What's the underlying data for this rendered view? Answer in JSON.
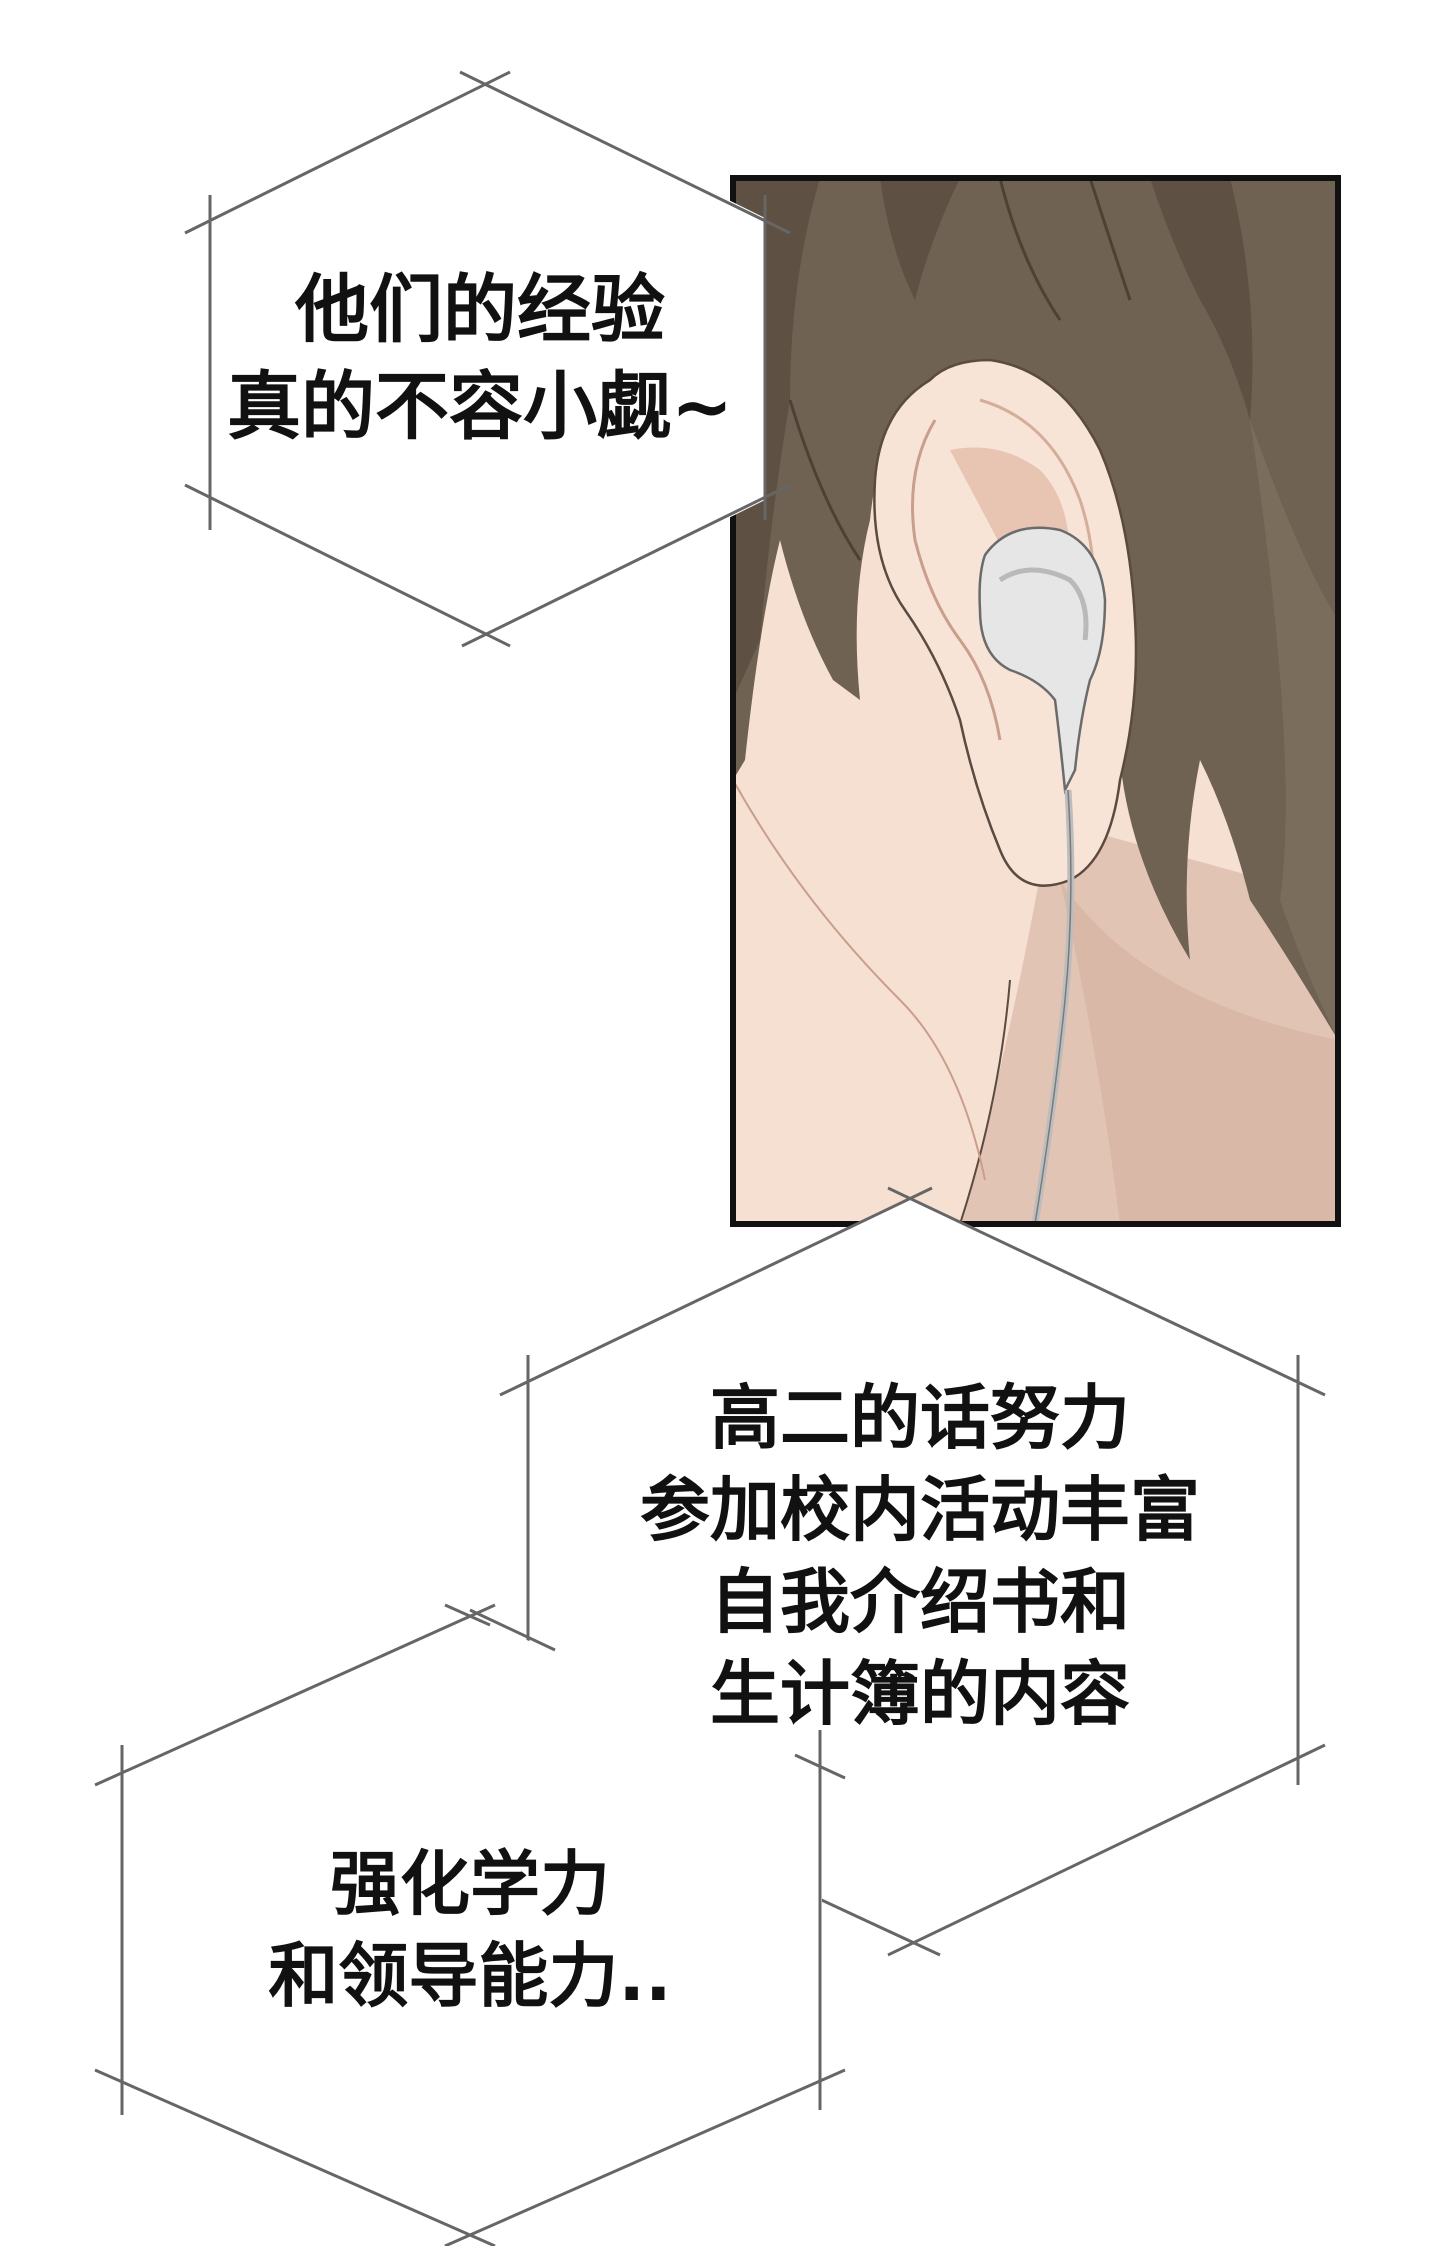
{
  "page": {
    "background": "#ffffff"
  },
  "panel": {
    "subject": "ear-with-earphone",
    "colors": {
      "frame": "#111111",
      "hair_dark": "#5e5043",
      "hair_mid": "#6f6252",
      "hair_light": "#7b6d5c",
      "skin": "#f6e0d2",
      "skin_shadow": "#e4c2b1",
      "skin_deep": "#d6b2a2",
      "earphone": "#e6e6e6",
      "earphone_shadow": "#b9b9b9",
      "cable": "#bdbdbd"
    }
  },
  "bubbles": [
    {
      "shape": "hexagon",
      "lines": [
        "他们的经验",
        "真的不容小觑~"
      ]
    },
    {
      "shape": "hexagon",
      "lines": [
        "高二的话努力",
        "参加校内活动丰富",
        "自我介绍书和",
        "生计簿的内容"
      ]
    },
    {
      "shape": "hexagon",
      "lines": [
        "强化学力",
        "和领导能力.."
      ]
    }
  ],
  "style": {
    "bubble_stroke": "#666666",
    "bubble_fill": "#ffffff",
    "text_color": "#111111"
  }
}
